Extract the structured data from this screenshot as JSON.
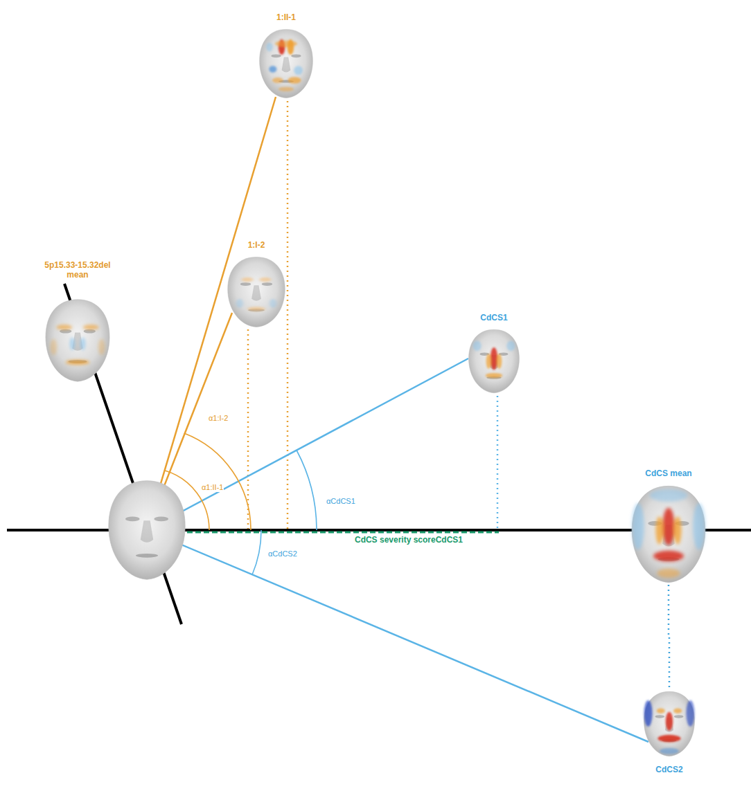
{
  "diagram": {
    "nodes": [
      {
        "text": [
          "1:II-1"
        ]
      },
      {
        "text": [
          "5p15.33-15.32del mean"
        ]
      },
      {
        "text": [
          "1:I-2"
        ]
      },
      {
        "text": [
          "CdCS1"
        ]
      },
      {
        "text": [
          "CdCS mean"
        ]
      },
      {
        "text": [
          "CdCS2"
        ]
      }
    ],
    "edges": [
      {
        "from": 4,
        "to": 5,
        "arrow": "none"
      }
    ],
    "labels": [
      "α1:I-2",
      "α1:II-1",
      "αCdCS1",
      "αCdCS2",
      "CdCS severity scoreCdCS1"
    ]
  }
}
